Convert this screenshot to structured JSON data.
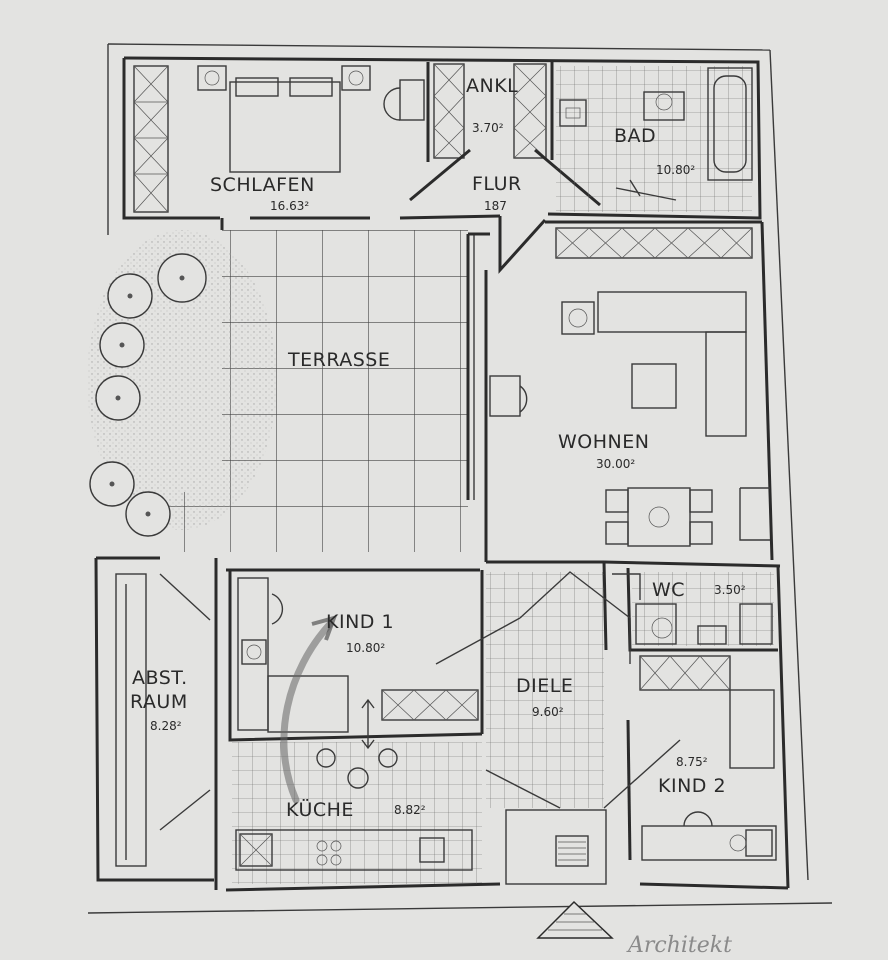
{
  "rooms": {
    "schlafen": {
      "name": "SCHLAFEN",
      "area": "16.63²"
    },
    "ankl": {
      "name": "ANKL",
      "area": "3.70²"
    },
    "bad": {
      "name": "BAD",
      "area": "10.80²"
    },
    "flur": {
      "name": "FLUR",
      "area": "187"
    },
    "terrasse": {
      "name": "TERRASSE"
    },
    "wohnen": {
      "name": "WOHNEN",
      "area": "30.00²"
    },
    "wc": {
      "name": "WC",
      "area": "3.50²"
    },
    "kind1": {
      "name": "KIND 1",
      "area": "10.80²"
    },
    "abst_raum": {
      "name_line1": "ABST.",
      "name_line2": "RAUM",
      "area": "8.28²"
    },
    "diele": {
      "name": "DIELE",
      "area": "9.60²"
    },
    "kind2": {
      "name": "KIND 2",
      "area": "8.75²"
    },
    "kueche": {
      "name": "KÜCHE",
      "area": "8.82²"
    }
  },
  "signature": "Architekt",
  "colors": {
    "paper": "#e3e3e1",
    "ink": "#2b2b2b"
  }
}
